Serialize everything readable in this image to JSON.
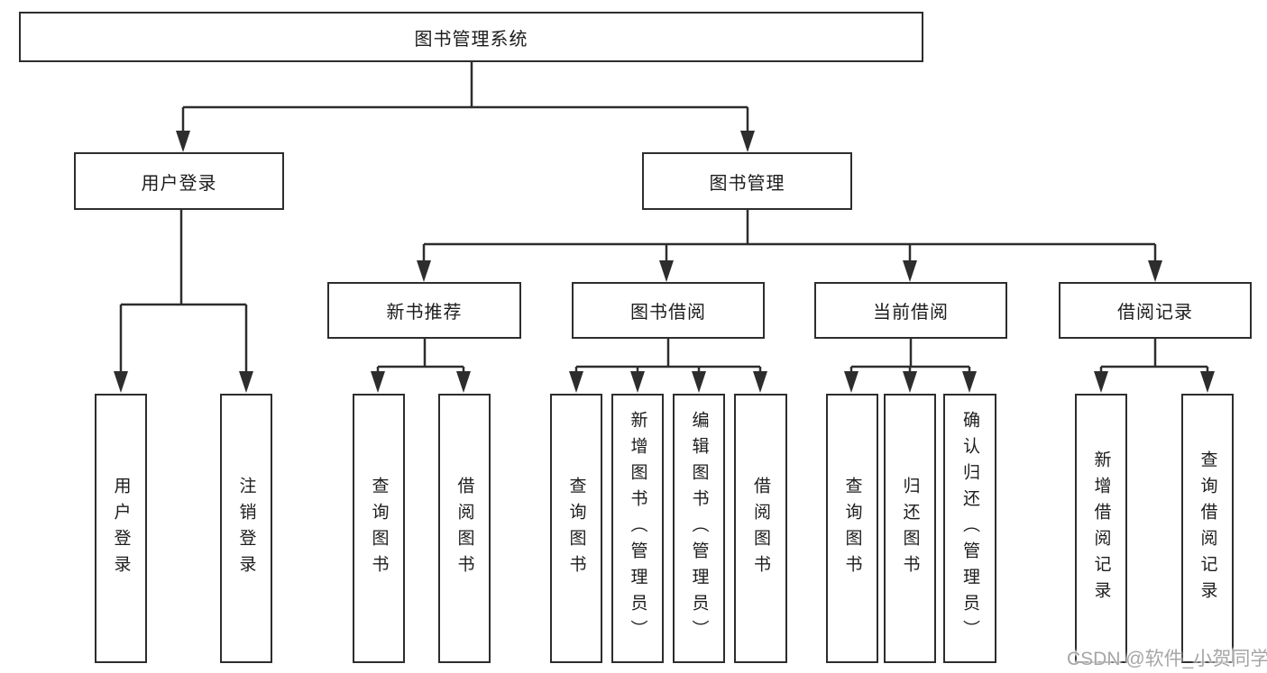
{
  "diagram": {
    "root": "图书管理系统",
    "level2": {
      "user_login": "用户登录",
      "book_mgmt": "图书管理"
    },
    "user_login_children": [
      "用户登录",
      "注销登录"
    ],
    "groups": [
      {
        "label": "新书推荐",
        "children": [
          "查询图书",
          "借阅图书"
        ]
      },
      {
        "label": "图书借阅",
        "children": [
          "查询图书",
          "新增图书（管理员）",
          "编辑图书（管理员）",
          "借阅图书"
        ]
      },
      {
        "label": "当前借阅",
        "children": [
          "查询图书",
          "归还图书",
          "确认归还（管理员）"
        ]
      },
      {
        "label": "借阅记录",
        "children": [
          "新增借阅记录",
          "查询借阅记录"
        ]
      }
    ]
  },
  "colors": {
    "line": "#2d2d2d",
    "text": "#1c1c1c",
    "watermark": "#a6a6a6",
    "background": "#ffffff"
  },
  "watermark": "CSDN @软件_小贺同学"
}
